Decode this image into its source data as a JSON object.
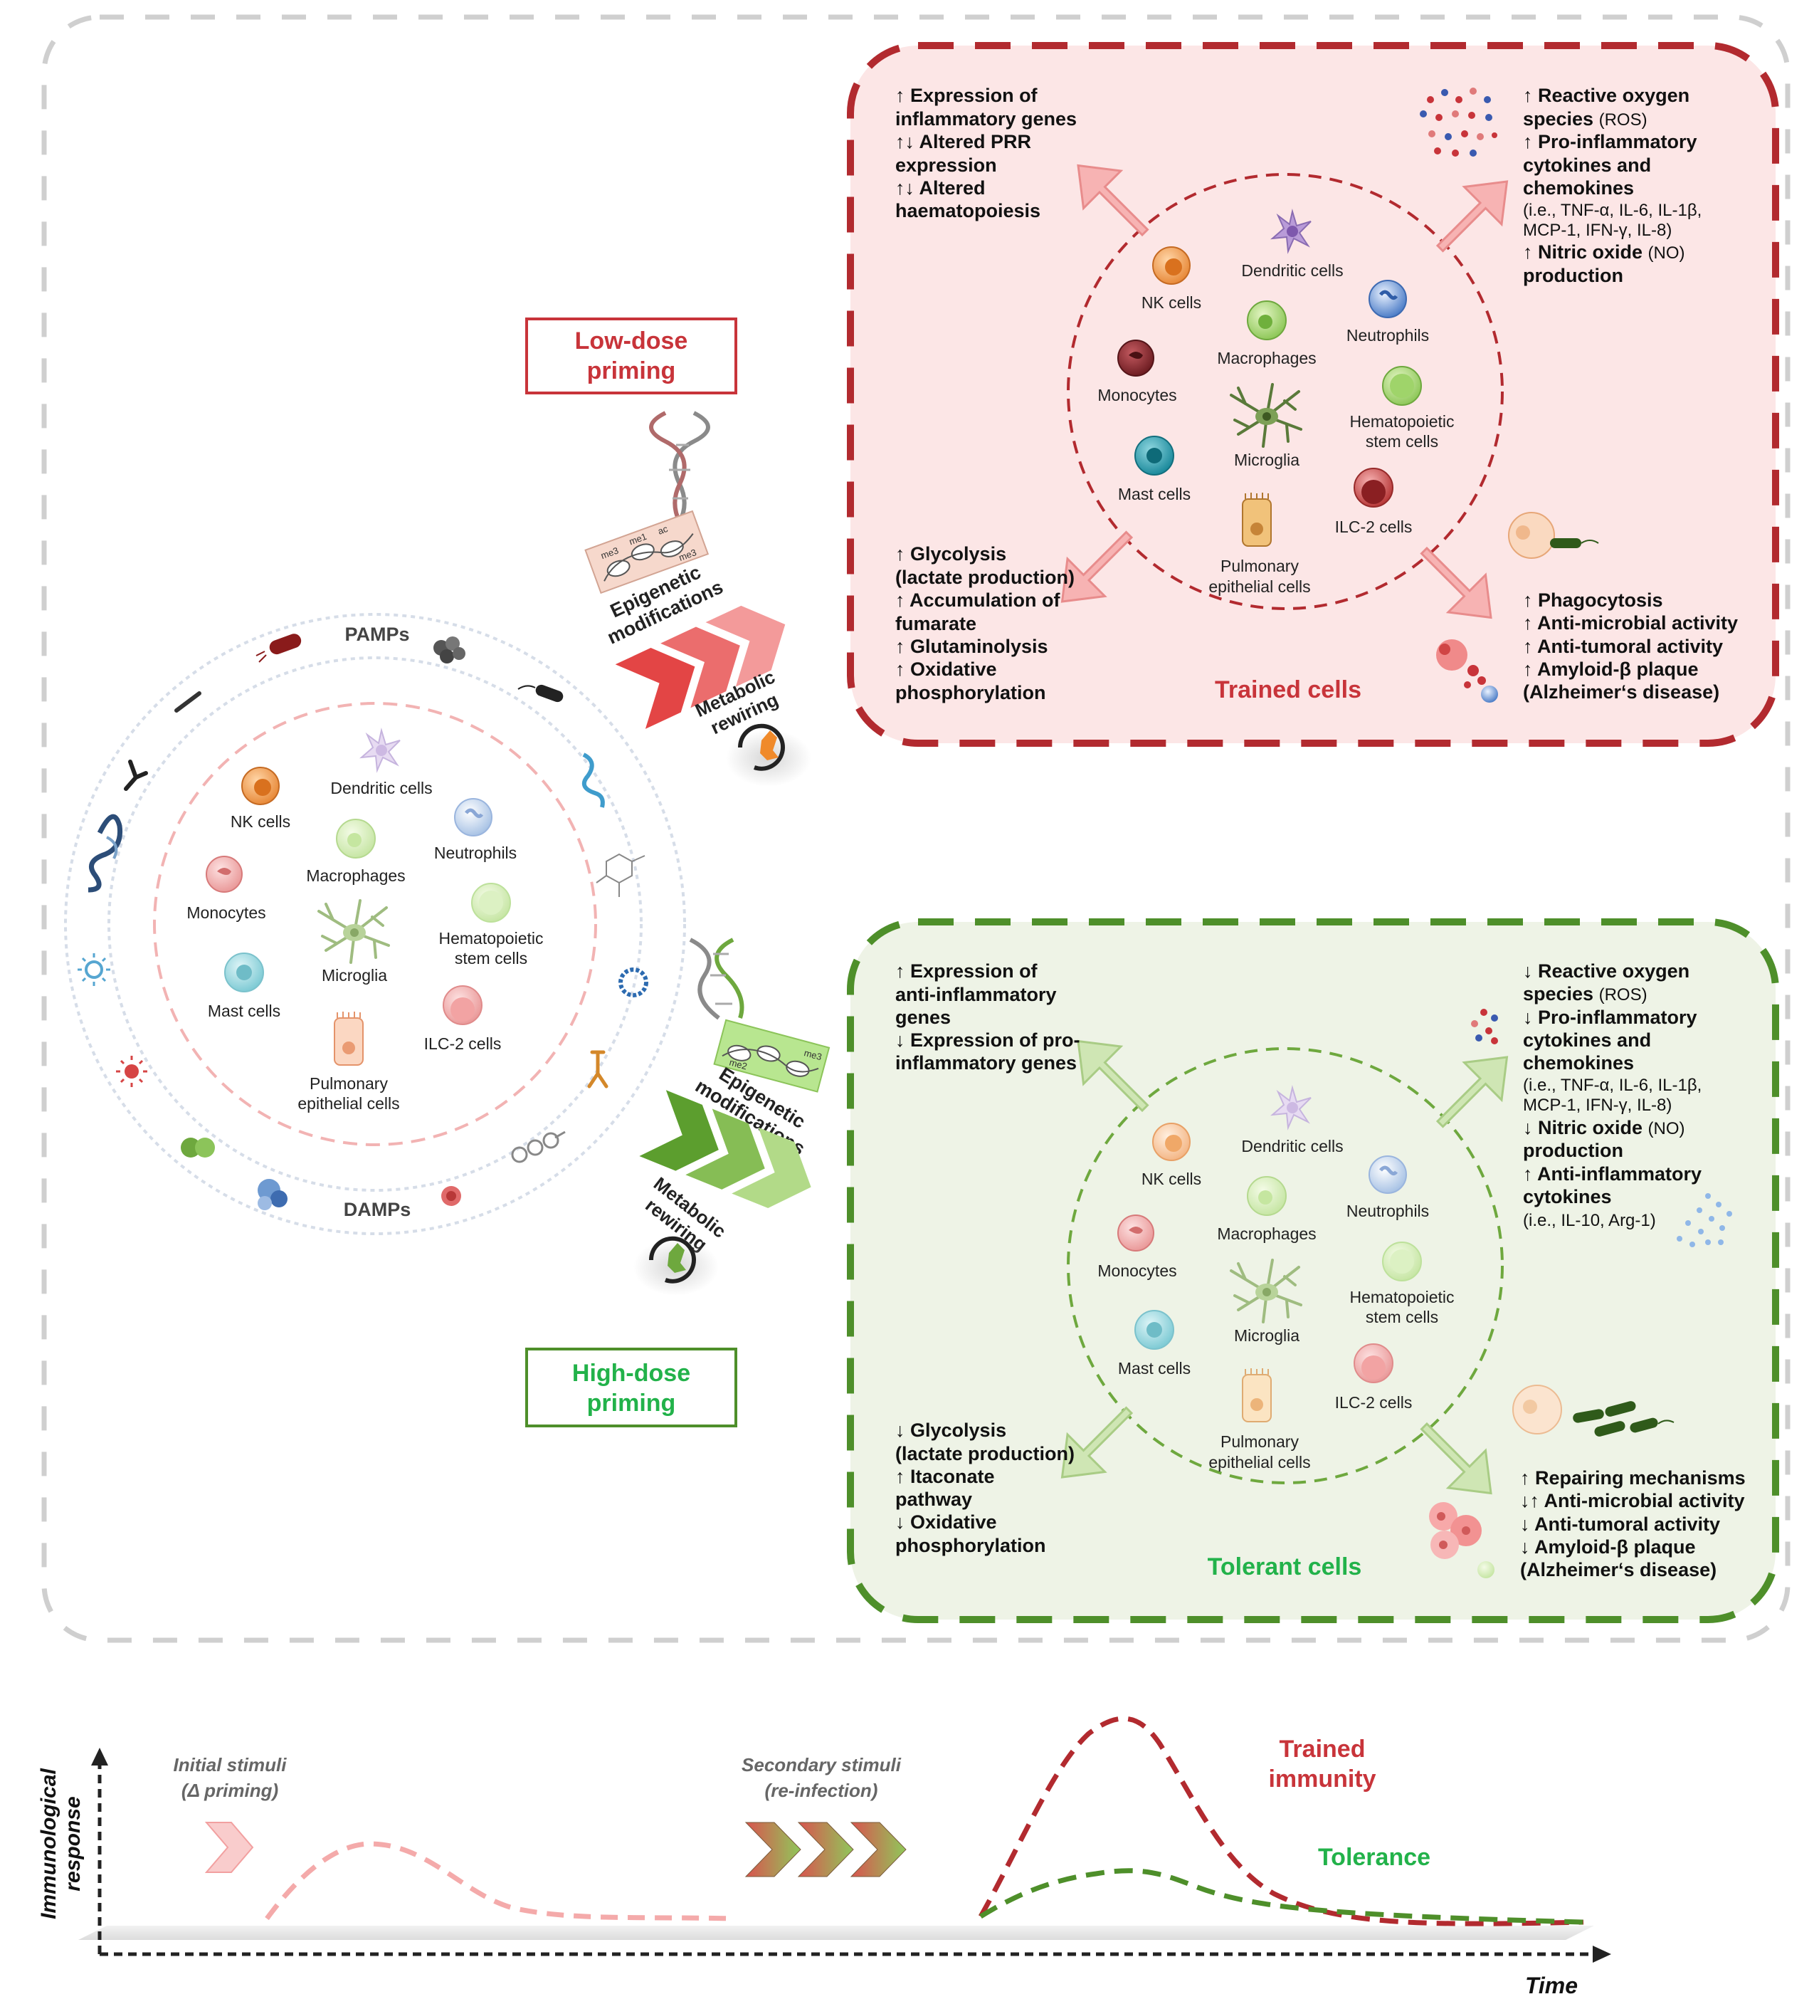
{
  "stimuli": {
    "pamps": "PAMPs",
    "damps": "DAMPs"
  },
  "cells": {
    "nk": "NK cells",
    "dendritic": "Dendritic cells",
    "neutrophils": "Neutrophils",
    "macrophages": "Macrophages",
    "monocytes": "Monocytes",
    "hsc_1": "Hematopoietic",
    "hsc_2": "stem cells",
    "microglia": "Microglia",
    "mast": "Mast cells",
    "ilc2": "ILC-2 cells",
    "pulm_1": "Pulmonary",
    "pulm_2": "epithelial cells"
  },
  "low_dose": {
    "line1": "Low-dose",
    "line2": "priming",
    "color": "#c8343a"
  },
  "high_dose": {
    "line1": "High-dose",
    "line2": "priming",
    "color": "#2e9e3a"
  },
  "mechanisms": {
    "epi_1": "Epigenetic",
    "epi_2": "modifications",
    "met_1": "Metabolic",
    "met_2": "rewiring",
    "histone_a": "me3",
    "histone_b": "me1",
    "histone_c": "ac",
    "histone_d": "me3",
    "histone_e": "me2",
    "histone_f": "me3"
  },
  "trained": {
    "title": "Trained cells",
    "tl": [
      "↑ Expression of",
      "inflammatory genes",
      "↑↓ Altered PRR",
      "expression",
      "↑↓ Altered",
      "haematopoiesis"
    ],
    "tr": {
      "l1": "↑ Reactive oxygen",
      "l2a": "species ",
      "l2b": "(ROS)",
      "l3": "↑ Pro-inflammatory",
      "l4": "cytokines and",
      "l5": "chemokines",
      "l6": "(i.e., TNF-α, IL-6, IL-1β,",
      "l7": "MCP-1, IFN-γ, IL-8)",
      "l8a": "↑ Nitric oxide ",
      "l8b": "(NO)",
      "l9": "production"
    },
    "bl": [
      "↑ Glycolysis",
      "(lactate production)",
      "↑ Accumulation of",
      "fumarate",
      "↑ Glutaminolysis",
      "↑ Oxidative",
      "phosphorylation"
    ],
    "br": [
      "↑ Phagocytosis",
      "↑ Anti-microbial activity",
      "↑ Anti-tumoral activity",
      "↑ Amyloid-β plaque",
      "(Alzheimer‘s disease)"
    ]
  },
  "tolerant": {
    "title": "Tolerant cells",
    "tl": [
      "↑ Expression of",
      "anti-inflammatory",
      "genes",
      "↓ Expression of pro-",
      "inflammatory genes"
    ],
    "tr": {
      "l1": "↓ Reactive oxygen",
      "l2a": "species ",
      "l2b": "(ROS)",
      "l3": "↓ Pro-inflammatory",
      "l4": "cytokines and",
      "l5": "chemokines",
      "l6": "(i.e., TNF-α, IL-6, IL-1β,",
      "l7": "MCP-1, IFN-γ, IL-8)",
      "l8a": "↓ Nitric oxide ",
      "l8b": "(NO)",
      "l9": "production",
      "l10": "↑ Anti-inflammatory",
      "l11": "cytokines",
      "l12": "(i.e., IL-10, Arg-1)"
    },
    "bl": [
      "↓ Glycolysis",
      "(lactate production)",
      "↑ Itaconate",
      "pathway",
      "↓ Oxidative",
      "phosphorylation"
    ],
    "br": [
      "↑ Repairing mechanisms",
      "↓↑ Anti-microbial activity",
      "↓ Anti-tumoral activity",
      "↓ Amyloid-β plaque",
      "(Alzheimer‘s disease)"
    ]
  },
  "graph": {
    "ylabel_1": "Immunological",
    "ylabel_2": "response",
    "xlabel": "Time",
    "initial_1": "Initial stimuli",
    "initial_2": "(Δ priming)",
    "secondary_1": "Secondary stimuli",
    "secondary_2": "(re-infection)",
    "trained_1": "Trained",
    "trained_2": "immunity",
    "tolerance": "Tolerance"
  },
  "colors": {
    "red": "#b22a2f",
    "green": "#4e8f2a",
    "trained_bg": "#fce6e6",
    "tolerant_bg": "#eef3e6",
    "title_red": "#c8343a",
    "title_green": "#22b24a"
  }
}
